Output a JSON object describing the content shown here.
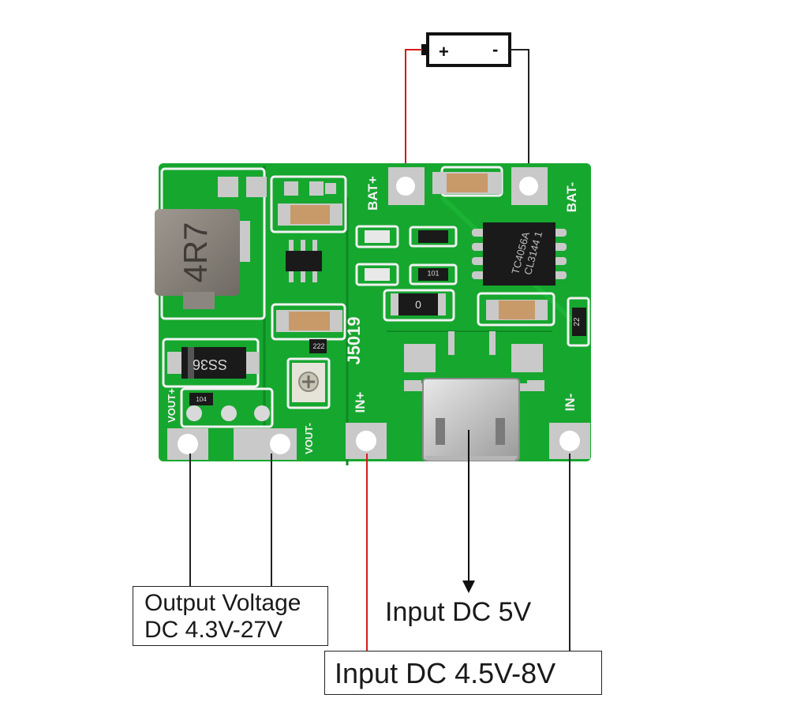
{
  "battery": {
    "plus": "+",
    "minus": "-"
  },
  "board": {
    "bat_plus": "BAT+",
    "bat_minus": "BAT-",
    "inductor_code": "4R7",
    "diode_code": "SS36",
    "chip_line1": "TC4056A",
    "chip_line2": "CL3144 1",
    "model": "J5019",
    "in_plus": "IN+",
    "in_minus": "IN-",
    "vout_plus": "VOUT+",
    "vout_minus": "VOUT-",
    "pot_code": "222",
    "res_code_1": "101",
    "res_code_2": "0",
    "res_code_3": "22",
    "res_code_4": "104"
  },
  "labels": {
    "output_line1": "Output Voltage",
    "output_line2": "DC 4.3V-27V",
    "input_5v": "Input DC 5V",
    "input_range": "Input DC 4.5V-8V"
  },
  "colors": {
    "pcb": "#16a72f",
    "pcb_dark": "#0f8a23",
    "silkscreen": "#f2f2f2",
    "pad": "#c9c9c9",
    "wire_red": "#d61a1a",
    "wire_black": "#222222"
  }
}
